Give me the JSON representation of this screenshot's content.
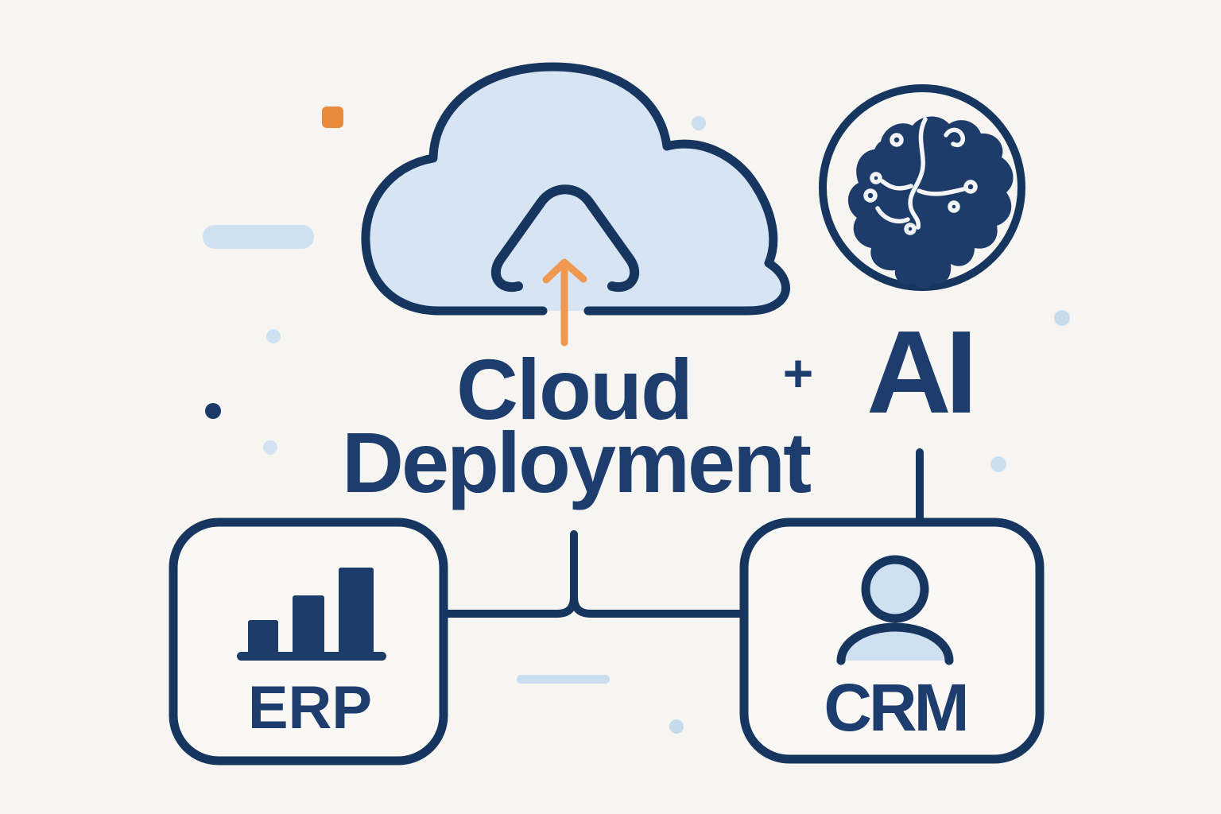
{
  "illustration": {
    "title_line1": "Cloud",
    "title_line2": "Deployment",
    "plus_sign": "+",
    "ai_label": "AI",
    "boxes": [
      {
        "id": "erp",
        "label": "ERP",
        "icon": "bar-chart-icon"
      },
      {
        "id": "crm",
        "label": "CRM",
        "icon": "user-icon"
      }
    ],
    "icons": {
      "cloud": "cloud-upload-icon",
      "arrow": "upload-arrow-icon",
      "brain": "ai-brain-icon"
    },
    "colors": {
      "background": "#f7f5f1",
      "navy_text": "#1d3d6e",
      "navy_stroke": "#16355f",
      "navy_fill": "#1e3c6a",
      "light_blue": "#d6e4f3",
      "decor_blue": "#cfe0f0",
      "orange_square": "#e78a3c",
      "orange_arrow": "#f0984f"
    }
  }
}
